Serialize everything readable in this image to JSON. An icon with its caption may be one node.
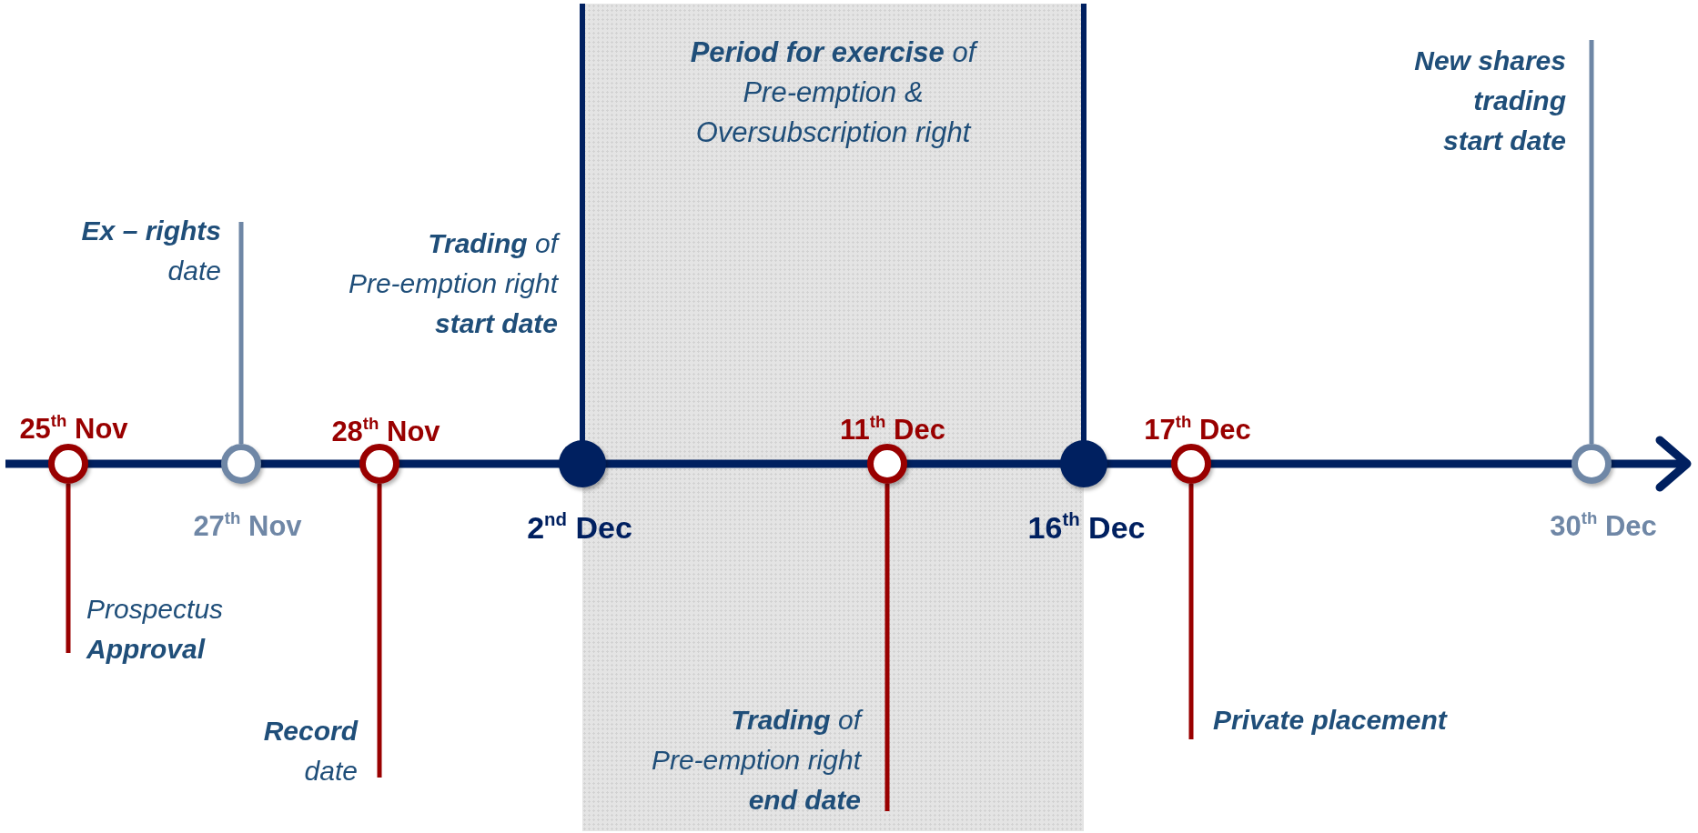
{
  "diagram": {
    "nodes": [
      {
        "text": [
          "**Period for exercise** of Pre-emption & Oversubscription right"
        ]
      },
      {
        "text": [
          "**Ex – rights** date"
        ]
      },
      {
        "text": [
          "New shares trading start date"
        ]
      },
      {
        "text": [],
        "shape": "circle",
        "beside": [
          "25$^{th}$ Nov"
        ]
      },
      {
        "text": [],
        "shape": "circle",
        "beside": [
          "27$^{th}$ Nov"
        ]
      },
      {
        "text": [],
        "shape": "circle",
        "beside": [
          "28$^{th}$ Nov"
        ]
      },
      {
        "text": [],
        "shape": "circle",
        "beside": [
          "2$^{nd}$ Dec"
        ]
      },
      {
        "text": [],
        "shape": "circle",
        "beside": [
          "11$^{th}$ Dec"
        ],
        "in": 0
      },
      {
        "text": [],
        "shape": "circle",
        "beside": [
          "16$^{th}$ Dec"
        ]
      },
      {
        "text": [],
        "shape": "circle",
        "beside": [
          "17$^{th}$ Dec"
        ]
      },
      {
        "text": [],
        "shape": "circle",
        "beside": [
          "30$^{th}$ Dec"
        ]
      },
      {
        "text": [
          "Prospectus **Approval**"
        ]
      },
      {
        "text": [
          "**Record** date"
        ]
      },
      {
        "text": [
          "**Trading** of Pre-emption right **end date**"
        ],
        "in": 0
      },
      {
        "text": [
          "Private placement"
        ]
      }
    ],
    "edges": [
      {
        "from": 4,
        "to": 1,
        "arrow": "none",
        "color": "#6f87a6"
      },
      {
        "from": 10,
        "to": 2,
        "arrow": "none",
        "color": "#6f87a6"
      },
      {
        "from": 3,
        "to": 11,
        "arrow": "none"
      },
      {
        "from": 5,
        "to": 12,
        "arrow": "none"
      },
      {
        "from": 7,
        "to": 13,
        "arrow": "none"
      },
      {
        "from": 9,
        "to": 14,
        "arrow": "none"
      }
    ],
    "labels": [
      "**Trading** of Pre-emption right **start date**"
    ]
  }
}
